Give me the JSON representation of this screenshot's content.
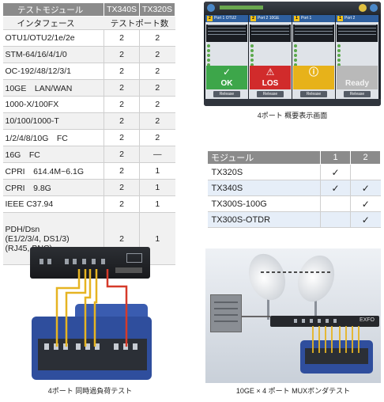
{
  "interface_table": {
    "col_module": "テストモジュール",
    "col_tx340s": "TX340S",
    "col_tx320s": "TX320S",
    "sub_interface": "インタフェース",
    "sub_ports": "テストポート数",
    "rows": [
      {
        "name": "OTU1/OTU2/1e/2e",
        "tx340s": "2",
        "tx320s": "2"
      },
      {
        "name": "STM-64/16/4/1/0",
        "tx340s": "2",
        "tx320s": "2"
      },
      {
        "name": "OC-192/48/12/3/1",
        "tx340s": "2",
        "tx320s": "2"
      },
      {
        "name": "10GE　LAN/WAN",
        "tx340s": "2",
        "tx320s": "2"
      },
      {
        "name": "1000-X/100FX",
        "tx340s": "2",
        "tx320s": "2"
      },
      {
        "name": "10/100/1000-T",
        "tx340s": "2",
        "tx320s": "2"
      },
      {
        "name": "1/2/4/8/10G　FC",
        "tx340s": "2",
        "tx320s": "2"
      },
      {
        "name": "16G　FC",
        "tx340s": "2",
        "tx320s": "—"
      },
      {
        "name": "CPRI　614.4M~6.1G",
        "tx340s": "2",
        "tx320s": "1"
      },
      {
        "name": "CPRI　9.8G",
        "tx340s": "2",
        "tx320s": "1"
      },
      {
        "name": "IEEE C37.94",
        "tx340s": "2",
        "tx320s": "1"
      },
      {
        "name_lines": [
          "PDH/Dsn",
          "(E1/2/3/4, DS1/3)",
          "(RJ45, BNC)"
        ],
        "tx340s": "2",
        "tx320s": "1"
      }
    ]
  },
  "screen": {
    "ports": [
      {
        "num": "2",
        "port": "Port 1",
        "rate": "OTU2",
        "status": "OK",
        "status_symbol": "✓",
        "color": "#3da64a"
      },
      {
        "num": "2",
        "port": "Port 2",
        "rate": "10GE",
        "status": "LOS",
        "status_symbol": "⚠",
        "color": "#d12b2b"
      },
      {
        "num": "1",
        "port": "Port 1",
        "rate": "",
        "status": "",
        "status_symbol": "ⓘ",
        "color": "#e7b21a"
      },
      {
        "num": "1",
        "port": "Port 2",
        "rate": "",
        "status": "Ready",
        "status_symbol": "",
        "color": "#b9b9b9"
      }
    ],
    "release_label": "Release",
    "caption": "4ポート 概要表示画面"
  },
  "module_table": {
    "col_module": "モジュール",
    "col_1": "1",
    "col_2": "2",
    "check": "✓",
    "rows": [
      {
        "name": "TX320S",
        "c1": true,
        "c2": false
      },
      {
        "name": "TX340S",
        "c1": true,
        "c2": true
      },
      {
        "name": "TX300S-100G",
        "c1": false,
        "c2": true
      },
      {
        "name": "TX300S-OTDR",
        "c1": false,
        "c2": true
      }
    ]
  },
  "illustrations": {
    "left_caption": "4ポート 同時過負荷テスト",
    "right_caption": "10GE × 4 ポート MUXボンダテスト",
    "switch_label": "EXFO"
  },
  "colors": {
    "header_grey": "#8b8b8b",
    "cable_yellow": "#e6b422",
    "cable_red": "#d63a2a",
    "tester_blue": "#2f4e9d"
  }
}
